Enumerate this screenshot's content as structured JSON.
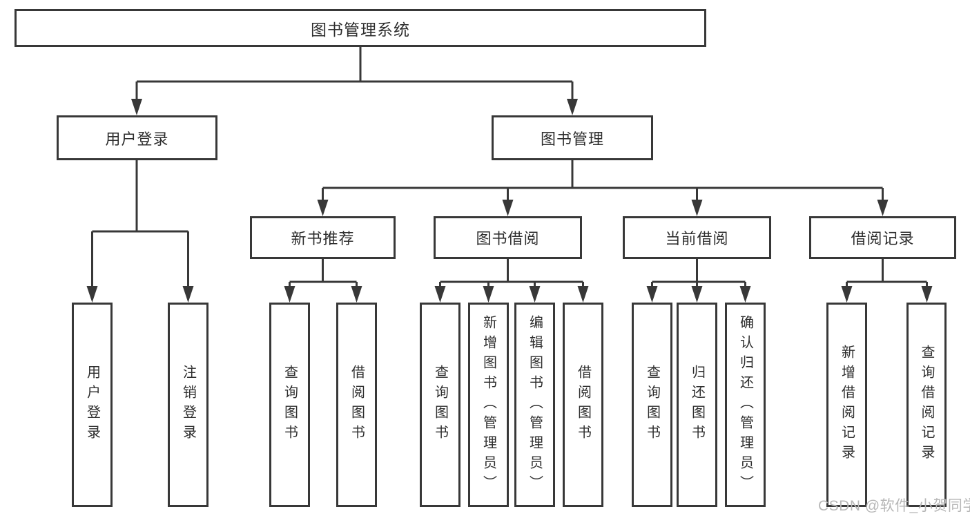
{
  "diagram": {
    "title": "图书管理系统",
    "type": "hierarchy-tree",
    "root": {
      "label": "图书管理系统"
    },
    "level2": [
      {
        "id": "user_login",
        "label": "用户登录"
      },
      {
        "id": "book_management",
        "label": "图书管理"
      }
    ],
    "level3": [
      {
        "id": "new_book_recommendation",
        "label": "新书推荐",
        "parent": "book_management"
      },
      {
        "id": "book_borrowing",
        "label": "图书借阅",
        "parent": "book_management"
      },
      {
        "id": "current_borrowing",
        "label": "当前借阅",
        "parent": "book_management"
      },
      {
        "id": "borrowing_records",
        "label": "借阅记录",
        "parent": "book_management"
      }
    ],
    "leaves": {
      "user_login_leaf": {
        "label": "用户登录",
        "parent": "user_login"
      },
      "logout": {
        "label": "注销登录",
        "parent": "user_login"
      },
      "query_books_recommend": {
        "label": "查询图书",
        "parent": "new_book_recommendation"
      },
      "borrow_books_recommend": {
        "label": "借阅图书",
        "parent": "new_book_recommendation"
      },
      "query_books_borrow": {
        "label": "查询图书",
        "parent": "book_borrowing"
      },
      "add_books_admin": {
        "label": "新增图书（管理员）",
        "parent": "book_borrowing"
      },
      "edit_books_admin": {
        "label": "编辑图书（管理员）",
        "parent": "book_borrowing"
      },
      "borrow_books_borrow": {
        "label": "借阅图书",
        "parent": "book_borrowing"
      },
      "query_books_current": {
        "label": "查询图书",
        "parent": "current_borrowing"
      },
      "return_books": {
        "label": "归还图书",
        "parent": "current_borrowing"
      },
      "confirm_return_admin": {
        "label": "确认归还（管理员）",
        "parent": "current_borrowing"
      },
      "add_borrow_record": {
        "label": "新增借阅记录",
        "parent": "borrowing_records"
      },
      "query_borrow_record": {
        "label": "查询借阅记录",
        "parent": "borrowing_records"
      }
    },
    "colors": {
      "line": "#383838",
      "box_border": "#383838",
      "text": "#2e2e2e",
      "background": "#ffffff",
      "watermark": "#b7b7b7"
    }
  },
  "watermark": {
    "text": "CSDN @软件_小贺同学"
  }
}
